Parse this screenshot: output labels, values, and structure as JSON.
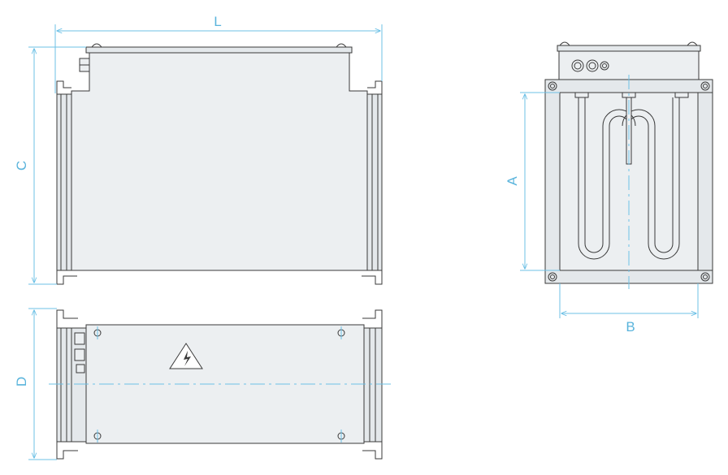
{
  "dimensions": {
    "length": "L",
    "height_c": "C",
    "depth": "D",
    "height_a": "A",
    "width_b": "B"
  },
  "colors": {
    "dimension": "#5ab4dc",
    "outline": "#3a3a3a",
    "body_fill": "#eceff1"
  },
  "icons": {
    "warning": "high-voltage-warning-icon"
  }
}
